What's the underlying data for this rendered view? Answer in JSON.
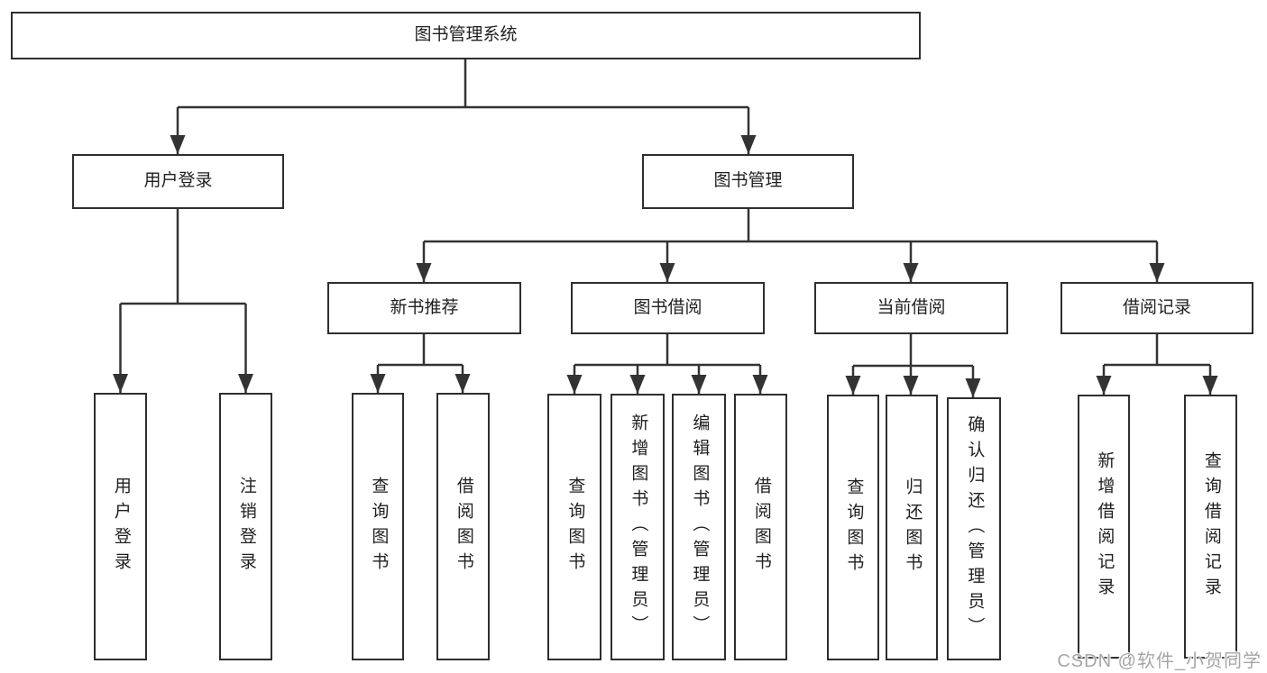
{
  "colors": {
    "line": "#333333",
    "box_border": "#2e2e2e",
    "text": "#1f1f1f",
    "watermark": "#a6a6a6",
    "background": "#ffffff"
  },
  "tree": {
    "root": {
      "label": "图书管理系统",
      "children": [
        {
          "label": "用户登录",
          "children": [
            {
              "label": "用户登录"
            },
            {
              "label": "注销登录"
            }
          ]
        },
        {
          "label": "图书管理",
          "children": [
            {
              "label": "新书推荐",
              "children": [
                {
                  "label": "查询图书"
                },
                {
                  "label": "借阅图书"
                }
              ]
            },
            {
              "label": "图书借阅",
              "children": [
                {
                  "label": "查询图书"
                },
                {
                  "label": "新增图书（管理员）"
                },
                {
                  "label": "编辑图书（管理员）"
                },
                {
                  "label": "借阅图书"
                }
              ]
            },
            {
              "label": "当前借阅",
              "children": [
                {
                  "label": "查询图书"
                },
                {
                  "label": "归还图书"
                },
                {
                  "label": "确认归还（管理员）"
                }
              ]
            },
            {
              "label": "借阅记录",
              "children": [
                {
                  "label": "新增借阅记录"
                },
                {
                  "label": "查询借阅记录"
                }
              ]
            }
          ]
        }
      ]
    }
  },
  "watermark": {
    "text": "CSDN @软件_小贺同学"
  }
}
